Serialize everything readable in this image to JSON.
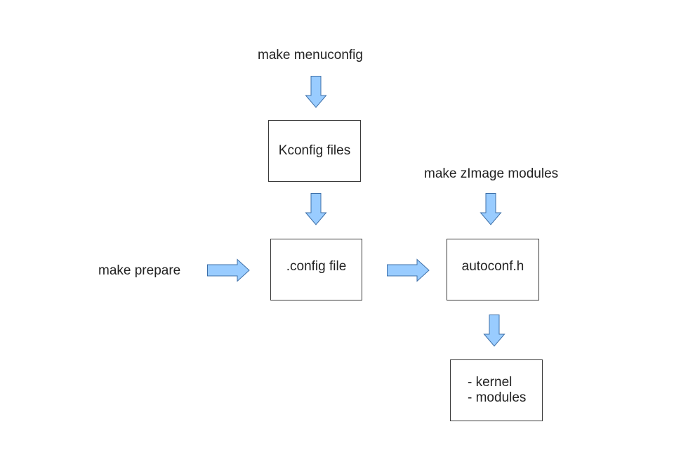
{
  "diagram": {
    "labels": {
      "make_menuconfig": "make menuconfig",
      "make_zimage_modules": "make zImage modules",
      "make_prepare": "make prepare"
    },
    "boxes": {
      "kconfig_files": "Kconfig files",
      "config_file": ".config file",
      "autoconf_h": "autoconf.h",
      "outputs": [
        "- kernel",
        "- modules"
      ]
    },
    "colors": {
      "arrow_fill": "#99ccff",
      "arrow_stroke": "#3d6fa8",
      "box_border": "#3a3a3a",
      "text": "#222222"
    }
  }
}
